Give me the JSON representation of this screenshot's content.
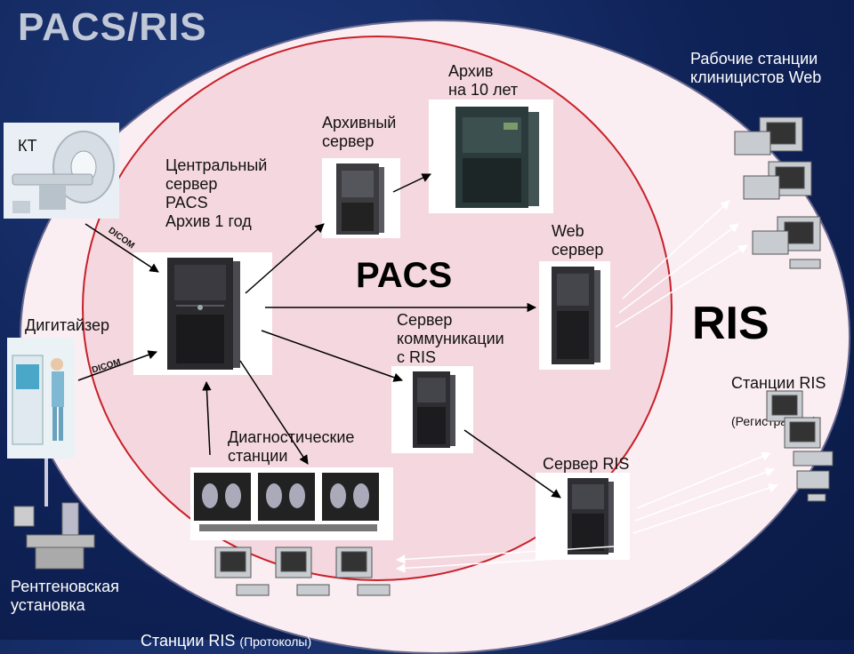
{
  "title": "PACS/RIS",
  "labels": {
    "kt": "КТ",
    "central_server": "Центральный\nсервер\nPACS\nАрхив 1 год",
    "archive_server": "Архивный\nсервер",
    "archive_10": "Архив\nна 10 лет",
    "web_server": "Web\nсервер",
    "clinician_ws": "Рабочие станции\nклиницистов Web",
    "pacs": "PACS",
    "ris": "RIS",
    "digitizer": "Дигитайзер",
    "comm_server": "Сервер\nкоммуникации\n с RIS",
    "ris_stations_reg_main": "Станции RIS",
    "ris_stations_reg_sub": "(Регистратура)",
    "diag_stations": "Диагностические\nстанции",
    "ris_server": "Сервер RIS",
    "xray": "Рентгеновская\nустановка",
    "ris_stations_prot_main": "Станции RIS ",
    "ris_stations_prot_sub": "(Протоколы)",
    "dicom1": "DICOM",
    "dicom2": "DICOM"
  }
}
